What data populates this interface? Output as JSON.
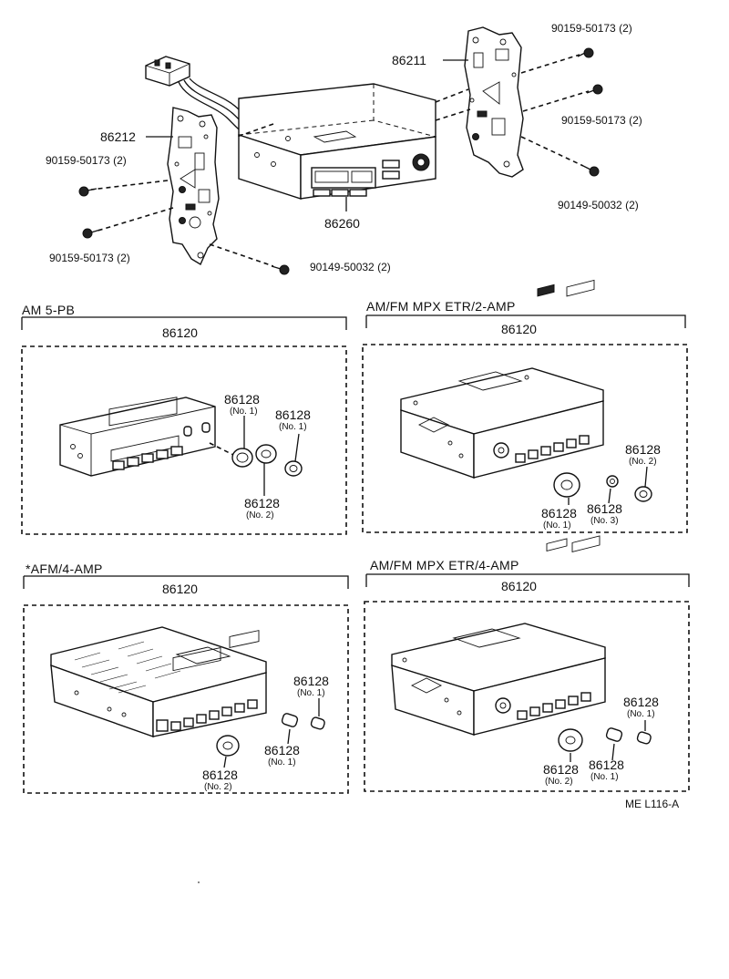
{
  "top_assembly": {
    "part_radio_receiver": "86260",
    "part_bracket_right": "86211",
    "part_bracket_left": "86212",
    "screws": {
      "right_top": "90159-50173 (2)",
      "right_mid": "90159-50173 (2)",
      "right_bottom": "90149-50032 (2)",
      "left_top": "90159-50173 (2)",
      "left_mid": "90159-50173 (2)",
      "left_bottom": "90149-50032 (2)"
    }
  },
  "variants": [
    {
      "header": "AM 5-PB",
      "assembly": "86120",
      "knobs": [
        {
          "part": "86128",
          "note": "(No. 1)"
        },
        {
          "part": "86128",
          "note": "(No. 1)"
        },
        {
          "part": "86128",
          "note": "(No. 2)"
        }
      ]
    },
    {
      "header": "AM/FM  MPX  ETR/2-AMP",
      "assembly": "86120",
      "knobs": [
        {
          "part": "86128",
          "note": "(No. 2)"
        },
        {
          "part": "86128",
          "note": "(No. 1)"
        },
        {
          "part": "86128",
          "note": "(No. 3)"
        }
      ]
    },
    {
      "header": "*AFM/4-AMP",
      "assembly": "86120",
      "knobs": [
        {
          "part": "86128",
          "note": "(No. 1)"
        },
        {
          "part": "86128",
          "note": "(No. 1)"
        },
        {
          "part": "86128",
          "note": "(No. 2)"
        }
      ]
    },
    {
      "header": "AM/FM  MPX  ETR/4-AMP",
      "assembly": "86120",
      "knobs": [
        {
          "part": "86128",
          "note": "(No. 1)"
        },
        {
          "part": "86128",
          "note": "(No. 2)"
        },
        {
          "part": "86128",
          "note": "(No. 1)"
        }
      ]
    }
  ],
  "diagram_code": "ME  L116-A"
}
